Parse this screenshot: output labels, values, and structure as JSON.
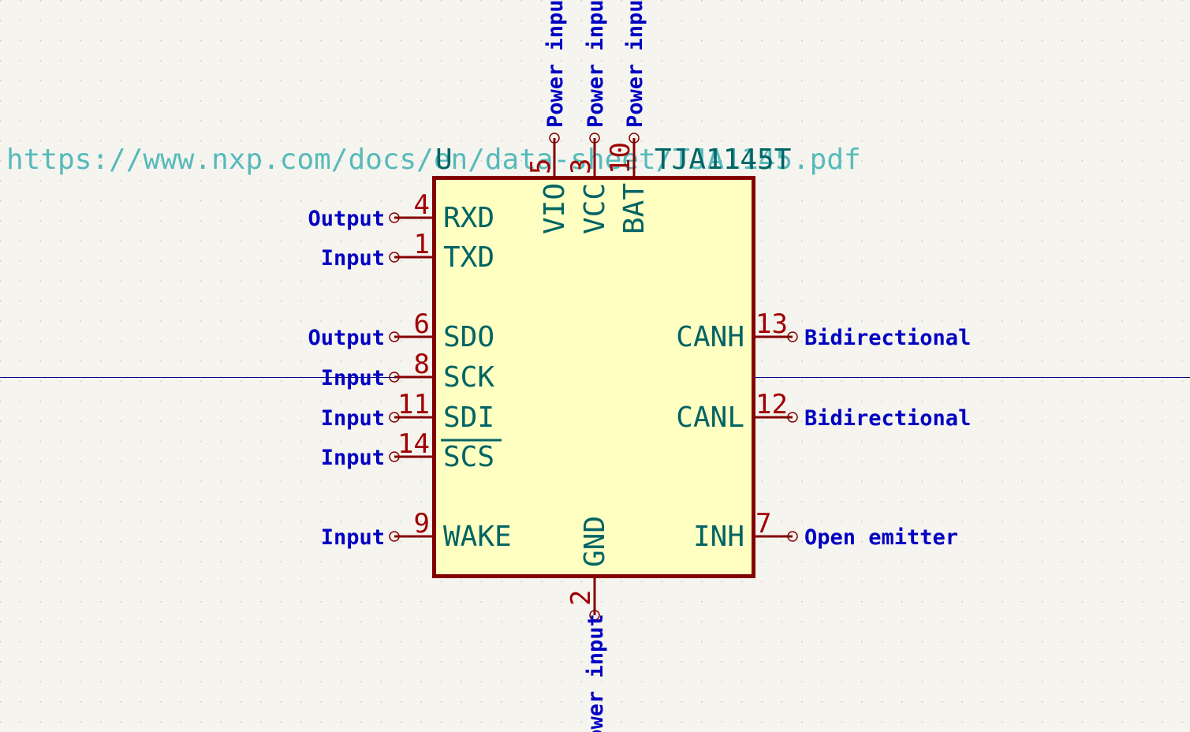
{
  "symbol": {
    "reference": "U",
    "value": "TJA1145T",
    "datasheet": "https://www.nxp.com/docs/en/data-sheet/TJA1145.pdf"
  },
  "colors": {
    "background": "#f5f4ef",
    "grid_dot": "#c9c9c2",
    "body_fill": "#ffffc2",
    "body_stroke": "#840000",
    "pin_line": "#840000",
    "pin_number": "#a00000",
    "pin_name": "#006464",
    "pin_type": "#0000c2",
    "datasheet_text": "#46b4b4",
    "reference_text": "#006464",
    "crosshair": "#000084"
  },
  "pins": {
    "left": [
      {
        "number": "4",
        "name": "RXD",
        "type": "Output",
        "overbar": false
      },
      {
        "number": "1",
        "name": "TXD",
        "type": "Input",
        "overbar": false
      },
      {
        "number": "6",
        "name": "SDO",
        "type": "Output",
        "overbar": false
      },
      {
        "number": "8",
        "name": "SCK",
        "type": "Input",
        "overbar": false
      },
      {
        "number": "11",
        "name": "SDI",
        "type": "Input",
        "overbar": false
      },
      {
        "number": "14",
        "name": "SCS",
        "type": "Input",
        "overbar": true
      },
      {
        "number": "9",
        "name": "WAKE",
        "type": "Input",
        "overbar": false
      }
    ],
    "right": [
      {
        "number": "13",
        "name": "CANH",
        "type": "Bidirectional"
      },
      {
        "number": "12",
        "name": "CANL",
        "type": "Bidirectional"
      },
      {
        "number": "7",
        "name": "INH",
        "type": "Open emitter"
      }
    ],
    "top": [
      {
        "number": "5",
        "name": "VIO",
        "type": "Power input"
      },
      {
        "number": "3",
        "name": "VCC",
        "type": "Power input"
      },
      {
        "number": "10",
        "name": "BAT",
        "type": "Power input"
      }
    ],
    "bottom": [
      {
        "number": "2",
        "name": "GND",
        "type": "Power input"
      }
    ]
  }
}
